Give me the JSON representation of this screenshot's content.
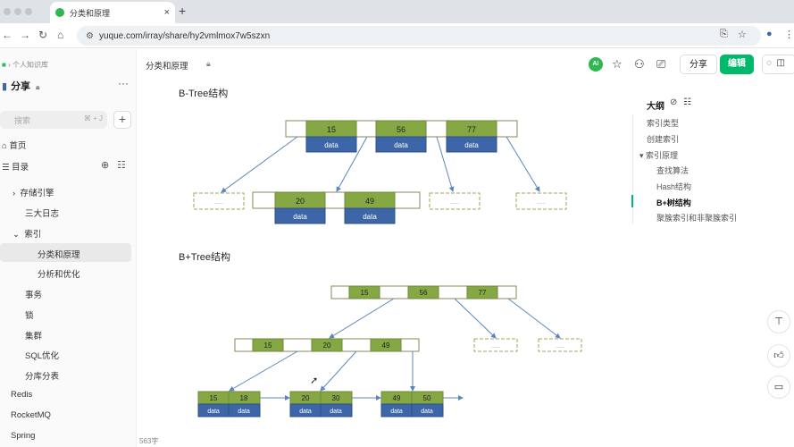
{
  "browser": {
    "tab_title": "分类和原理",
    "tab_close": "×",
    "new_tab": "+",
    "url": "yuque.com/irray/share/hy2vmlmox7w5szxn"
  },
  "sidebar": {
    "breadcrumb": "个人知识库",
    "space_title": "分享",
    "search_placeholder": "搜索",
    "search_shortcut": "⌘ + J",
    "home": "首页",
    "catalog": "目录",
    "items": [
      {
        "label": "存储引擎",
        "arrow": "›"
      },
      {
        "label": "三大日志",
        "arrow": ""
      },
      {
        "label": "索引",
        "arrow": "⌄"
      },
      {
        "label": "分类和原理",
        "arrow": ""
      },
      {
        "label": "分析和优化",
        "arrow": ""
      },
      {
        "label": "事务",
        "arrow": ""
      },
      {
        "label": "锁",
        "arrow": ""
      },
      {
        "label": "集群",
        "arrow": ""
      },
      {
        "label": "SQL优化",
        "arrow": ""
      },
      {
        "label": "分库分表",
        "arrow": ""
      },
      {
        "label": "Redis",
        "arrow": ""
      },
      {
        "label": "RocketMQ",
        "arrow": ""
      },
      {
        "label": "Spring",
        "arrow": ""
      }
    ]
  },
  "header": {
    "doc_title": "分类和原理",
    "ai_badge": "AI",
    "share_label": "分享",
    "edit_label": "编辑"
  },
  "content": {
    "btree_title": "B-Tree结构",
    "bplus_title": "B+Tree结构",
    "word_count": "563字"
  },
  "btree": {
    "root_keys": [
      "15",
      "56",
      "77"
    ],
    "child_keys": [
      "20",
      "49"
    ],
    "data_label": "data",
    "placeholder": "......"
  },
  "bplus": {
    "root_keys": [
      "15",
      "56",
      "77"
    ],
    "mid_keys": [
      "15",
      "20",
      "49"
    ],
    "leaves": [
      [
        "15",
        "18"
      ],
      [
        "20",
        "30"
      ],
      [
        "49",
        "50"
      ]
    ],
    "data_label": "data",
    "placeholder": "......"
  },
  "outline": {
    "title": "大纲",
    "items": [
      {
        "label": "索引类型",
        "level": 1
      },
      {
        "label": "创建索引",
        "level": 1
      },
      {
        "label": "索引原理",
        "level": 1
      },
      {
        "label": "查找算法",
        "level": 2
      },
      {
        "label": "Hash结构",
        "level": 2
      },
      {
        "label": "B+树结构",
        "level": 2
      },
      {
        "label": "聚簇索引和非聚簇索引",
        "level": 2
      }
    ]
  },
  "colors": {
    "key_green": "#86a844",
    "data_blue": "#3d66a8",
    "border": "#8a8a5a",
    "arrow": "#5b85bf",
    "brand_green": "#00b96b"
  }
}
